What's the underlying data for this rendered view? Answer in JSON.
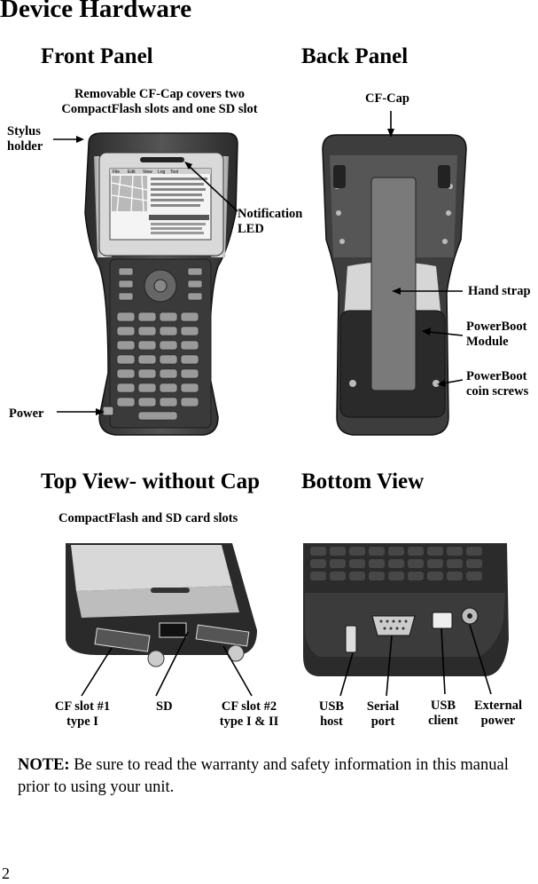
{
  "page_title": "Device Hardware",
  "sections": {
    "front_panel": "Front Panel",
    "back_panel": "Back Panel",
    "top_view": "Top View- without Cap",
    "bottom_view": "Bottom View"
  },
  "front_labels": {
    "cf_cap_line1": "Removable CF-Cap covers two",
    "cf_cap_line2": "CompactFlash slots and one SD slot",
    "stylus_line1": "Stylus",
    "stylus_line2": "holder",
    "notification_line1": "Notification",
    "notification_line2": "LED",
    "power": "Power"
  },
  "screen_menu": [
    "File",
    "Edit",
    "View",
    "Log",
    "Tool"
  ],
  "back_labels": {
    "cf_cap": "CF-Cap",
    "hand_strap": "Hand strap",
    "powerboot_line1": "PowerBoot",
    "powerboot_line2": "Module",
    "screws_line1": "PowerBoot",
    "screws_line2": "coin screws"
  },
  "top_labels": {
    "slots_caption": "CompactFlash and SD card slots",
    "cf1_line1": "CF slot #1",
    "cf1_line2": "type I",
    "sd": "SD",
    "cf2_line1": "CF slot #2",
    "cf2_line2": "type I & II"
  },
  "bottom_labels": {
    "usb_host_line1": "USB",
    "usb_host_line2": "host",
    "serial_line1": "Serial",
    "serial_line2": "port",
    "usb_client_line1": "USB",
    "usb_client_line2": "client",
    "ext_power_line1": "External",
    "ext_power_line2": "power"
  },
  "note": {
    "label": "NOTE:",
    "text": " Be sure to read the warranty and safety information in this manual prior to using your unit."
  },
  "page_number": "2"
}
